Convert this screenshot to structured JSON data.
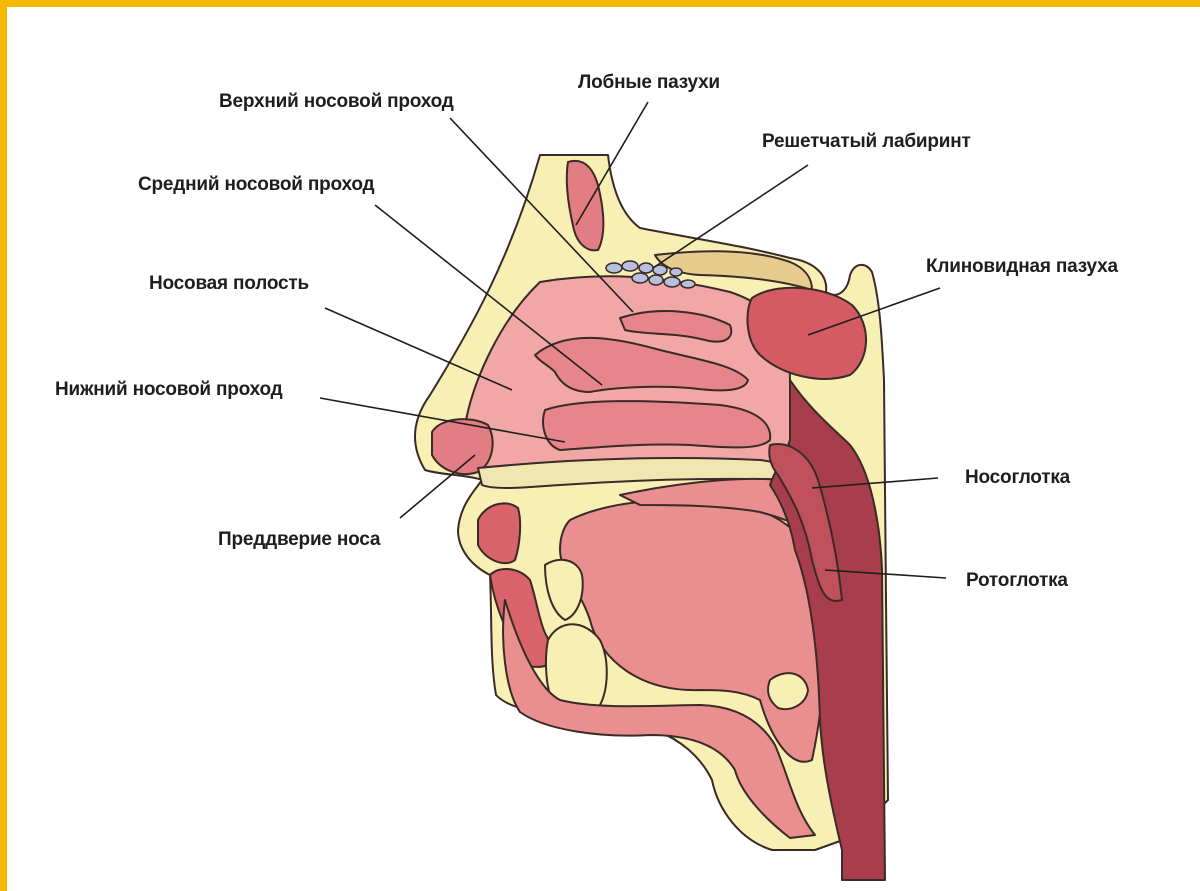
{
  "labels": {
    "upper_meatus": "Верхний носовой проход",
    "frontal_sinus": "Лобные пазухи",
    "ethmoid": "Решетчатый лабиринт",
    "middle_meatus": "Средний носовой проход",
    "sphenoid": "Клиновидная пазуха",
    "nasal_cavity": "Носовая полость",
    "lower_meatus": "Нижний носовой проход",
    "nasopharynx": "Носоглотка",
    "vestibule": "Преддверие носа",
    "oropharynx": "Ротоглотка"
  },
  "colors": {
    "frame": "#f5b800",
    "bone": "#f8efb4",
    "tissue": "#e9868a",
    "tissue_light": "#f1a7a6",
    "tissue_dark": "#c9545c",
    "pharynx": "#a83d4c",
    "outline": "#3a2a28"
  }
}
